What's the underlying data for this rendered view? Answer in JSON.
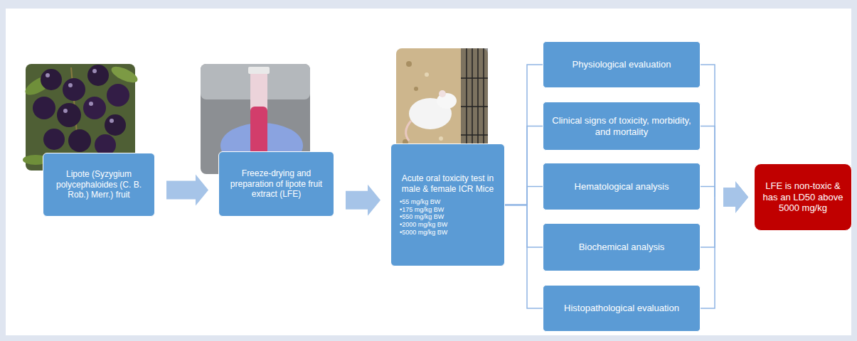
{
  "diagram": {
    "nodes": [
      {
        "text": [
          "Lipote (Syzygium polycephaloides (C. B. Rob.) Merr.) fruit"
        ]
      },
      {
        "text": [
          "Freeze-drying and preparation of lipote fruit extract (LFE)"
        ]
      },
      {
        "text": [
          "Acute oral toxicity test in male & female ICR Mice",
          "•55 mg/kg BW",
          "•175 mg/kg BW",
          "•550 mg/kg BW",
          "•2000 mg/kg BW",
          "•5000 mg/kg BW"
        ]
      },
      {
        "text": [
          "Physiological evaluation"
        ]
      },
      {
        "text": [
          "Clinical signs of toxicity, morbidity, and mortality"
        ]
      },
      {
        "text": [
          "Hematological analysis"
        ]
      },
      {
        "text": [
          "Biochemical analysis"
        ]
      },
      {
        "text": [
          "Histopathological evaluation"
        ]
      },
      {
        "text": [
          "LFE is non-toxic & has an LD50 above 5000 mg/kg"
        ]
      }
    ],
    "edges": [
      {
        "from": 0,
        "to": 1,
        "arrow": "to"
      },
      {
        "from": 1,
        "to": 2,
        "arrow": "to"
      },
      {
        "from": 2,
        "to": 3,
        "arrow": "none"
      },
      {
        "from": 2,
        "to": 4,
        "arrow": "none"
      },
      {
        "from": 2,
        "to": 5,
        "arrow": "none"
      },
      {
        "from": 2,
        "to": 6,
        "arrow": "none"
      },
      {
        "from": 2,
        "to": 7,
        "arrow": "none"
      },
      {
        "from": 3,
        "to": 8,
        "arrow": "to"
      },
      {
        "from": 4,
        "to": 8,
        "arrow": "to"
      },
      {
        "from": 5,
        "to": 8,
        "arrow": "to"
      },
      {
        "from": 6,
        "to": 8,
        "arrow": "to"
      },
      {
        "from": 7,
        "to": 8,
        "arrow": "to"
      }
    ]
  }
}
